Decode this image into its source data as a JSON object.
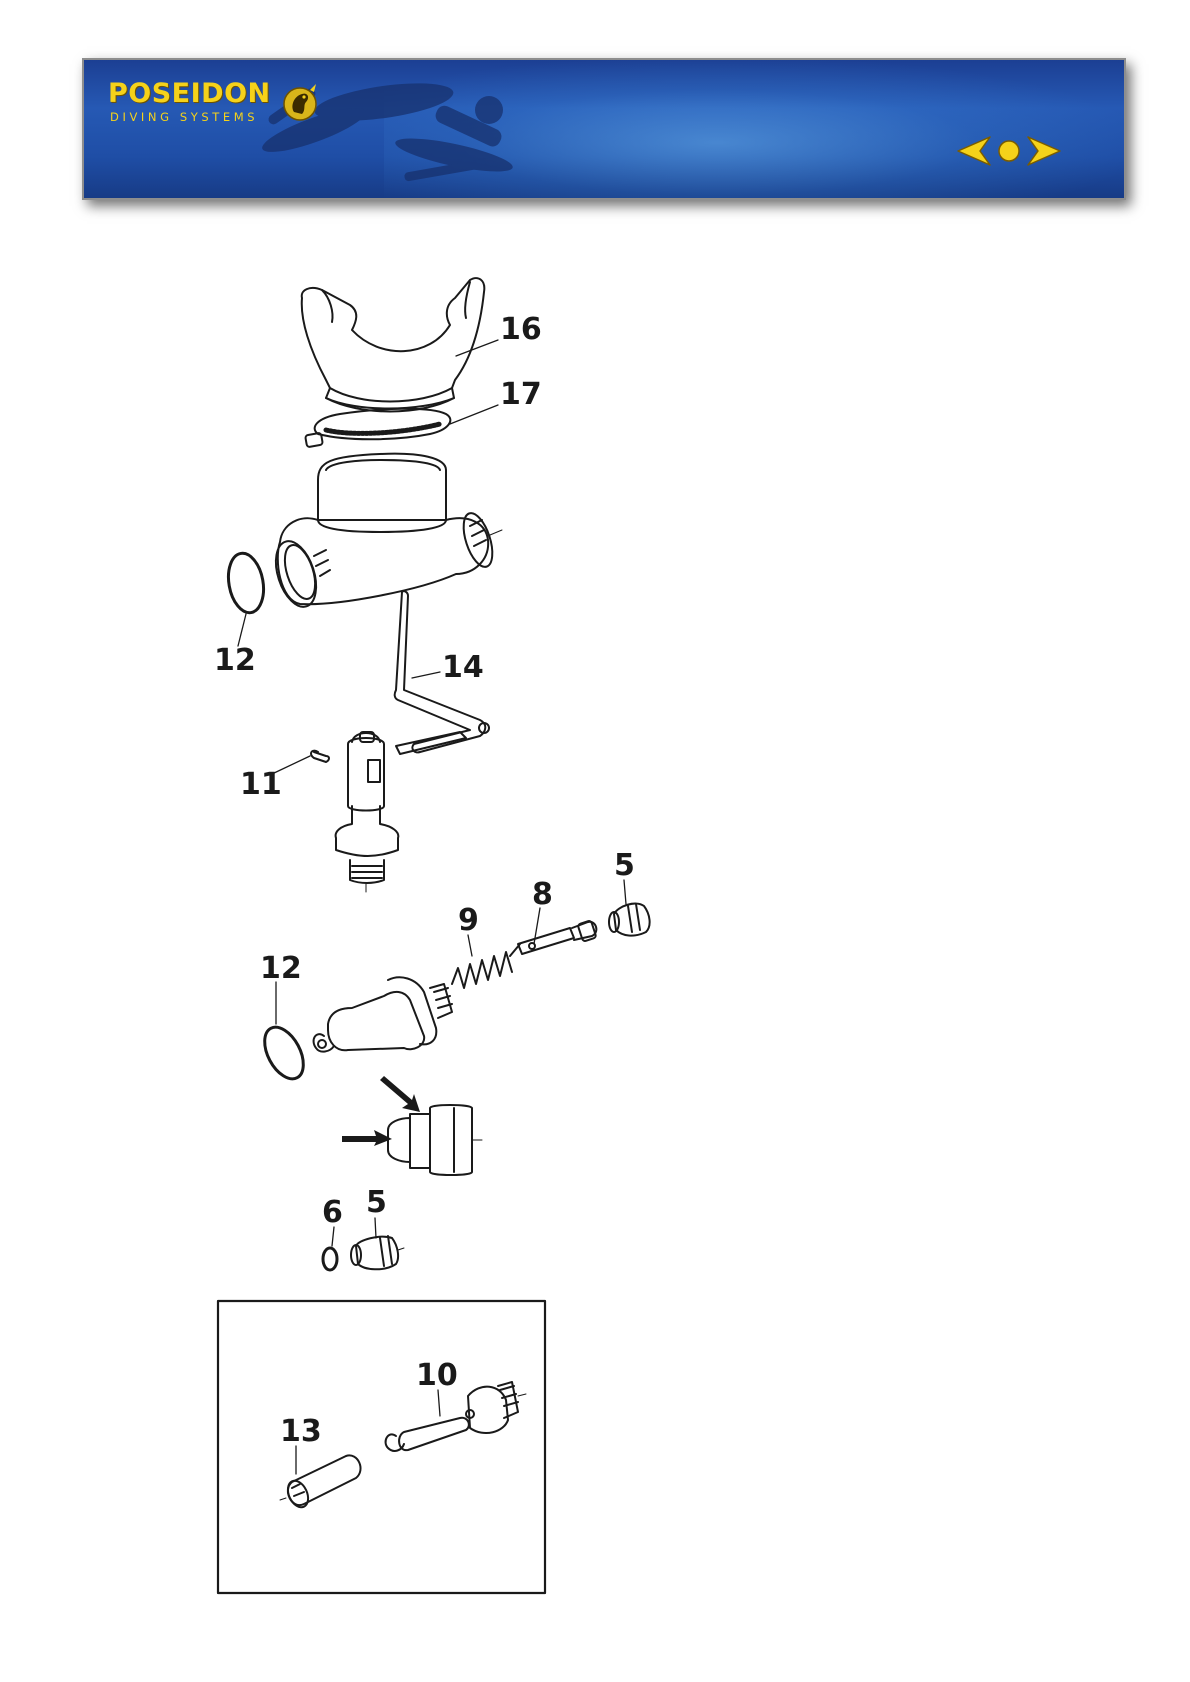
{
  "header": {
    "brand": "POSEIDON",
    "tagline": "DIVING SYSTEMS",
    "brand_color": "#f5d21a",
    "nav": {
      "previous_icon": "left-arrow-icon",
      "home_icon": "circle-icon",
      "next_icon": "right-arrow-icon"
    }
  },
  "diagram": {
    "callouts": {
      "c16": "16",
      "c17": "17",
      "c12a": "12",
      "c14": "14",
      "c11": "11",
      "c5a": "5",
      "c8": "8",
      "c9": "9",
      "c12b": "12",
      "c6": "6",
      "c5b": "5",
      "c10": "10",
      "c13": "13"
    }
  }
}
